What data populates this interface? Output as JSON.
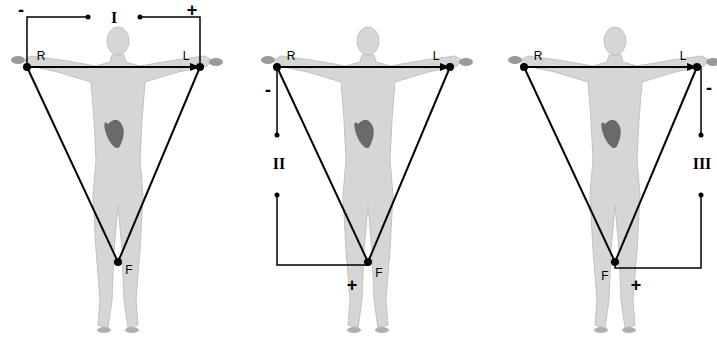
{
  "diagram": {
    "labels": [
      "-",
      "I",
      "+",
      "R",
      "L",
      "F",
      "R",
      "L",
      "-",
      "II",
      "F",
      "+",
      "R",
      "L",
      "-",
      "III",
      "F",
      "+"
    ]
  }
}
